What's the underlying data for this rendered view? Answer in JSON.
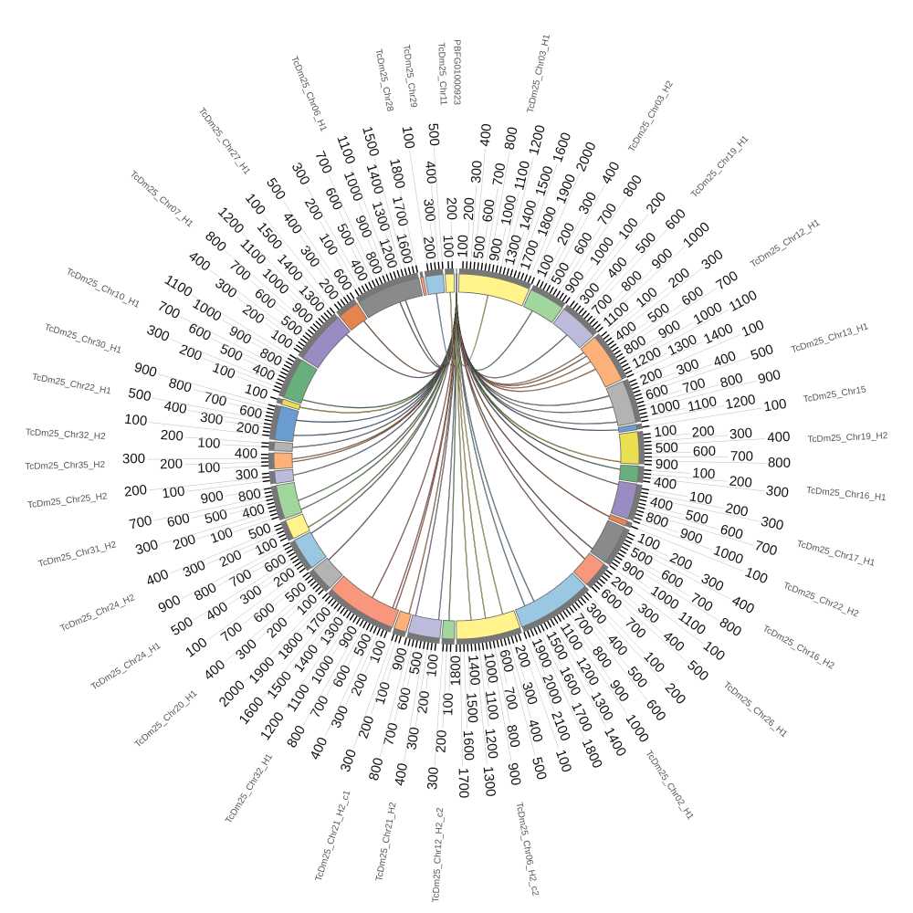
{
  "diagram": {
    "type": "circos-chord",
    "source": "PBFG01000923",
    "tick_step": 100,
    "band_color": "#777777",
    "link_color": "#222222",
    "sectors": [
      {
        "name": "TcDm25_Chr03_H1",
        "color": "#fff38a",
        "length": 2000
      },
      {
        "name": "TcDm25_Chr03_H2",
        "color": "#a1d79c",
        "length": 1000
      },
      {
        "name": "TcDm25_Chr19_H1",
        "color": "#bcbbdc",
        "length": 1100
      },
      {
        "name": "TcDm25_Chr12_H1",
        "color": "#fdb077",
        "length": 1400
      },
      {
        "name": "TcDm25_Chr13_H1",
        "color": "#b3b3b3",
        "length": 1200
      },
      {
        "name": "TcDm25_Chr15",
        "color": "#6a9ccf",
        "length": 150
      },
      {
        "name": "TcDm25_Chr19_H2",
        "color": "#e9df51",
        "length": 900
      },
      {
        "name": "TcDm25_Chr16_H1",
        "color": "#67b07e",
        "length": 450
      },
      {
        "name": "TcDm25_Chr17_H1",
        "color": "#9a8bc3",
        "length": 1000
      },
      {
        "name": "TcDm25_Chr22_H2",
        "color": "#e6834f",
        "length": 150
      },
      {
        "name": "TcDm25_Chr16_H2",
        "color": "#8a8a8a",
        "length": 1100
      },
      {
        "name": "TcDm25_Chr26_H1",
        "color": "#f9977d",
        "length": 750
      },
      {
        "name": "TcDm25_Chr02_H1",
        "color": "#9ac8e3",
        "length": 2100
      },
      {
        "name": "TcDm25_Chr06_H2_c2",
        "color": "#fff38a",
        "length": 1800
      },
      {
        "name": "TcDm25_Chr12_H2_c2",
        "color": "#a1d79c",
        "length": 350
      },
      {
        "name": "TcDm25_Chr21_H2",
        "color": "#bcbbdc",
        "length": 900
      },
      {
        "name": "TcDm25_Chr21_H2_c1",
        "color": "#fdb077",
        "length": 350
      },
      {
        "name": "TcDm25_Chr32_H1",
        "color": "#f9977d",
        "length": 2000
      },
      {
        "name": "TcDm25_Chr20_H1",
        "color": "#b3b3b3",
        "length": 700
      },
      {
        "name": "TcDm25_Chr24_H1",
        "color": "#9ac8e3",
        "length": 900
      },
      {
        "name": "TcDm25_Chr24_H2",
        "color": "#fff38a",
        "length": 550
      },
      {
        "name": "TcDm25_Chr31_H2",
        "color": "#a1d79c",
        "length": 950
      },
      {
        "name": "TcDm25_Chr25_H2",
        "color": "#bcbbdc",
        "length": 350
      },
      {
        "name": "TcDm25_Chr35_H2",
        "color": "#fdb077",
        "length": 450
      },
      {
        "name": "TcDm25_Chr32_H2",
        "color": "#b3b3b3",
        "length": 250
      },
      {
        "name": "TcDm25_Chr22_H1",
        "color": "#6a9ccf",
        "length": 950
      },
      {
        "name": "TcDm25_Chr30_H1",
        "color": "#e9df51",
        "length": 150
      },
      {
        "name": "TcDm25_Chr10_H1",
        "color": "#67b07e",
        "length": 1150
      },
      {
        "name": "TcDm25_Chr07_H1",
        "color": "#9a8bc3",
        "length": 1500
      },
      {
        "name": "TcDm25_Chr27_H1",
        "color": "#e6834f",
        "length": 600
      },
      {
        "name": "TcDm25_Chr06_H1",
        "color": "#8a8a8a",
        "length": 1800
      },
      {
        "name": "TcDm25_Chr28",
        "color": "#f9977d",
        "length": 80
      },
      {
        "name": "TcDm25_Chr29",
        "color": "#9ac8e3",
        "length": 500
      },
      {
        "name": "TcDm25_Chr11",
        "color": "#fff38a",
        "length": 250
      },
      {
        "name": "PBFG01000923",
        "color": "#b3b3b3",
        "length": 30
      }
    ],
    "links": [
      {
        "target": 0,
        "pos": 0.45
      },
      {
        "target": 1,
        "pos": 0.3
      },
      {
        "target": 2,
        "pos": 0.5
      },
      {
        "target": 3,
        "pos": 0.1
      },
      {
        "target": 3,
        "pos": 0.2
      },
      {
        "target": 3,
        "pos": 0.35
      },
      {
        "target": 3,
        "pos": 0.55
      },
      {
        "target": 4,
        "pos": 0.2
      },
      {
        "target": 4,
        "pos": 0.5
      },
      {
        "target": 4,
        "pos": 0.9
      },
      {
        "target": 5,
        "pos": 0.5
      },
      {
        "target": 6,
        "pos": 0.95
      },
      {
        "target": 7,
        "pos": 0.3
      },
      {
        "target": 8,
        "pos": 0.1
      },
      {
        "target": 9,
        "pos": 0.5
      },
      {
        "target": 10,
        "pos": 0.9
      },
      {
        "target": 11,
        "pos": 0.3
      },
      {
        "target": 12,
        "pos": 0.7
      },
      {
        "target": 12,
        "pos": 0.85
      },
      {
        "target": 13,
        "pos": 0.2
      },
      {
        "target": 13,
        "pos": 0.5
      },
      {
        "target": 13,
        "pos": 0.75
      },
      {
        "target": 14,
        "pos": 0.5
      },
      {
        "target": 15,
        "pos": 0.1
      },
      {
        "target": 15,
        "pos": 0.9
      },
      {
        "target": 16,
        "pos": 0.2
      },
      {
        "target": 17,
        "pos": 0.05
      },
      {
        "target": 17,
        "pos": 0.1
      },
      {
        "target": 17,
        "pos": 0.45
      },
      {
        "target": 18,
        "pos": 0.9
      },
      {
        "target": 19,
        "pos": 0.95
      },
      {
        "target": 20,
        "pos": 0.2
      },
      {
        "target": 21,
        "pos": 0.1
      },
      {
        "target": 21,
        "pos": 0.4
      },
      {
        "target": 22,
        "pos": 0.5
      },
      {
        "target": 23,
        "pos": 0.4
      },
      {
        "target": 23,
        "pos": 0.6
      },
      {
        "target": 24,
        "pos": 0.5
      },
      {
        "target": 25,
        "pos": 0.2
      },
      {
        "target": 25,
        "pos": 0.7
      },
      {
        "target": 26,
        "pos": 0.5
      },
      {
        "target": 27,
        "pos": 0.1
      },
      {
        "target": 28,
        "pos": 0.9
      },
      {
        "target": 29,
        "pos": 0.8
      },
      {
        "target": 30,
        "pos": 0.6
      },
      {
        "target": 30,
        "pos": 0.7
      },
      {
        "target": 32,
        "pos": 0.5
      },
      {
        "target": 33,
        "pos": 0.5
      }
    ]
  }
}
